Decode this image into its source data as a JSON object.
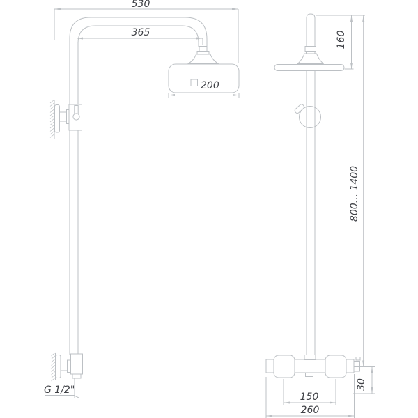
{
  "drawing": {
    "type_note": "shower-column-two-view-technical-drawing",
    "dimensions": {
      "top_width": "530",
      "arm_reach": "365",
      "head_size": "200",
      "head_shape_symbol": "square",
      "head_drop_height": "160",
      "column_height_range": "800... 1400",
      "mixer_offset_depth": "30",
      "handle_spacing": "150",
      "mixer_width": "260",
      "thread_label": "G 1/2\""
    }
  },
  "colors": {
    "line": "#bcc0c4",
    "text": "#3f4146",
    "background": "#ffffff"
  }
}
